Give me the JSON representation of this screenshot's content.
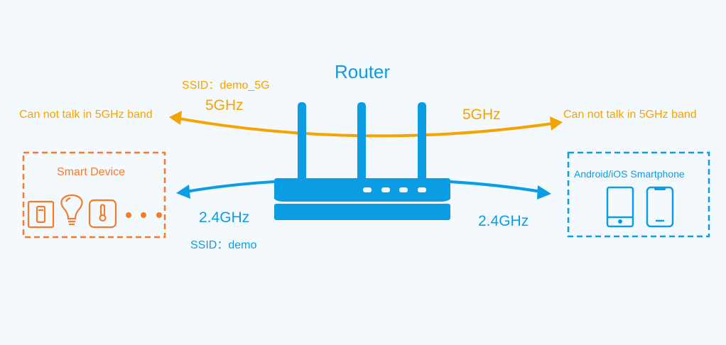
{
  "title": "Router",
  "band_5g": {
    "ssid": "SSID：demo_5G",
    "left_label": "5GHz",
    "right_label": "5GHz",
    "left_note": "Can not talk in 5GHz band",
    "right_note": "Can not talk in 5GHz band",
    "color": "#f5a300"
  },
  "band_24g": {
    "ssid": "SSID：demo",
    "left_label": "2.4GHz",
    "right_label": "2.4GHz",
    "color": "#0a9de4"
  },
  "smart_device": {
    "title": "Smart Device",
    "icons": [
      "switch-icon",
      "bulb-icon",
      "thermometer-icon",
      "more-dots-icon"
    ],
    "color": "#f47a2e"
  },
  "smartphone": {
    "title": "Android/iOS Smartphone",
    "icons": [
      "android-phone-icon",
      "iphone-icon"
    ]
  }
}
